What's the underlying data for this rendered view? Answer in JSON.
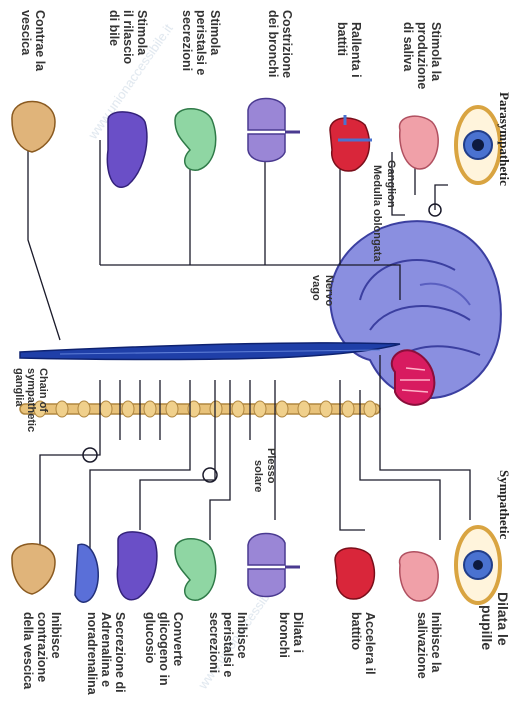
{
  "titles": {
    "parasympathetic": "Parasympathetic",
    "sympathetic": "Sympathetic"
  },
  "center_labels": {
    "ganglion": "Ganglion",
    "medulla": "Medulla oblongata",
    "vagus": [
      "Nervo",
      "vago"
    ],
    "chain": [
      "Chain of",
      "sympathetic",
      "ganglia"
    ],
    "solar_plexus": [
      "Plesso",
      "solare"
    ]
  },
  "parasympathetic_effects": [
    [
      "Stimola la",
      "produzione",
      "di saliva"
    ],
    [
      "Rallenta i",
      "battiti"
    ],
    [
      "Costrizione",
      "dei bronchi"
    ],
    [
      "Stimola",
      "peristalsi e",
      "secrezioni"
    ],
    [
      "Stimola",
      "il rilascio",
      "di bile"
    ],
    [
      "Contrae la",
      "vescica"
    ]
  ],
  "sympathetic_effects": [
    [
      "Dilata le",
      "pupille"
    ],
    [
      "Inibisce la",
      "salivazione"
    ],
    [
      "Accelera il",
      "battito"
    ],
    [
      "Dilata i",
      "bronchi"
    ],
    [
      "Inibisce",
      "peristalsi e",
      "secrezioni"
    ],
    [
      "Converte",
      "glicogeno in",
      "glucosio"
    ],
    [
      "Secrezione di",
      "Adrenalina e",
      "noradrenalina"
    ],
    [
      "Inibisce",
      "contrazione",
      "della vescica"
    ]
  ],
  "watermark": "www.unionaccessibile.it",
  "colors": {
    "spinal_cord": "#1f3fa8",
    "brain": "#8a8fe0",
    "brainstem": "#c2185b",
    "chain": "#e8c27a",
    "nerve_lines": "#1a1a2a",
    "liver": "#6a4fc7",
    "lungs": "#9a86d6",
    "heart": "#d9263a",
    "stomach": "#8fd6a3",
    "bladder": "#e0b47a",
    "gland": "#f0a0a8",
    "eye": "#4a72d0"
  },
  "icons": [
    "eye-icon",
    "salivary-gland-icon",
    "heart-icon",
    "lungs-icon",
    "stomach-icon",
    "liver-icon",
    "adrenal-icon",
    "bladder-icon",
    "brain-icon"
  ]
}
